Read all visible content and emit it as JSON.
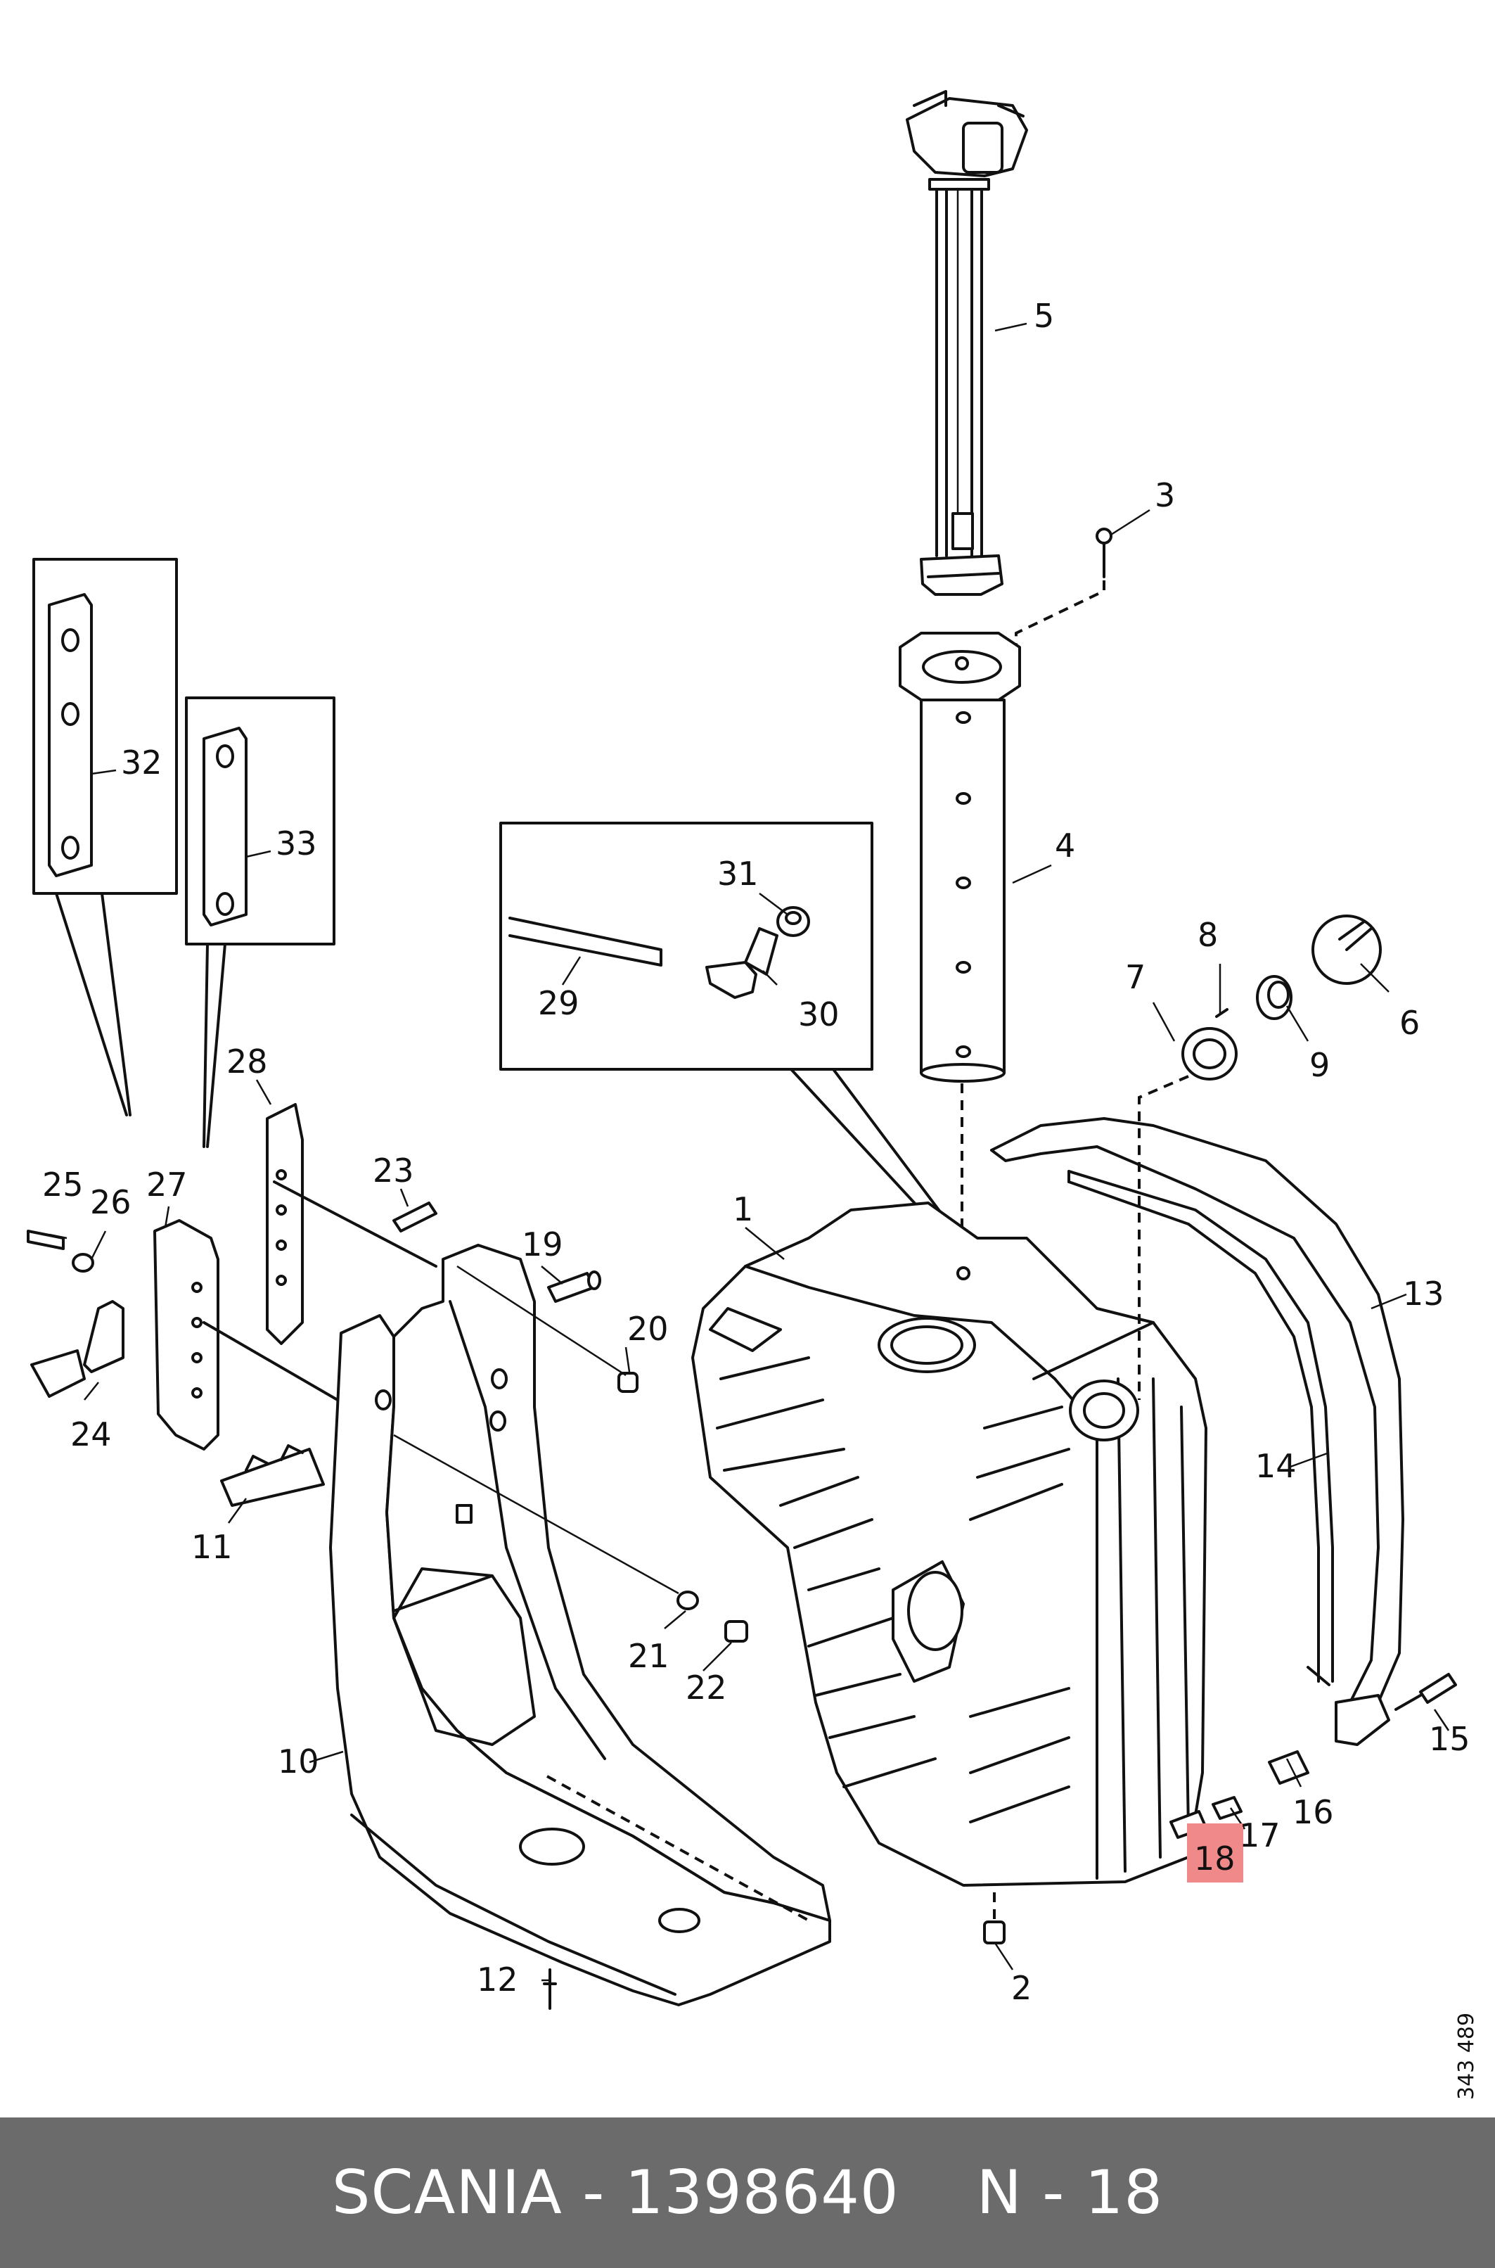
{
  "diagram": {
    "reference_number": "343 489",
    "highlighted_callout": "18",
    "highlight_color": "#f08a8a",
    "callouts": [
      {
        "id": "1",
        "label": "1"
      },
      {
        "id": "2",
        "label": "2"
      },
      {
        "id": "3",
        "label": "3"
      },
      {
        "id": "4",
        "label": "4"
      },
      {
        "id": "5",
        "label": "5"
      },
      {
        "id": "6",
        "label": "6"
      },
      {
        "id": "7",
        "label": "7"
      },
      {
        "id": "8",
        "label": "8"
      },
      {
        "id": "9",
        "label": "9"
      },
      {
        "id": "10",
        "label": "10"
      },
      {
        "id": "11",
        "label": "11"
      },
      {
        "id": "12",
        "label": "12"
      },
      {
        "id": "13",
        "label": "13"
      },
      {
        "id": "14",
        "label": "14"
      },
      {
        "id": "15",
        "label": "15"
      },
      {
        "id": "16",
        "label": "16"
      },
      {
        "id": "17",
        "label": "17"
      },
      {
        "id": "18",
        "label": "18"
      },
      {
        "id": "19",
        "label": "19"
      },
      {
        "id": "20",
        "label": "20"
      },
      {
        "id": "21",
        "label": "21"
      },
      {
        "id": "22",
        "label": "22"
      },
      {
        "id": "23",
        "label": "23"
      },
      {
        "id": "24",
        "label": "24"
      },
      {
        "id": "25",
        "label": "25"
      },
      {
        "id": "26",
        "label": "26"
      },
      {
        "id": "27",
        "label": "27"
      },
      {
        "id": "28",
        "label": "28"
      },
      {
        "id": "29",
        "label": "29"
      },
      {
        "id": "30",
        "label": "30"
      },
      {
        "id": "31",
        "label": "31"
      },
      {
        "id": "32",
        "label": "32"
      },
      {
        "id": "33",
        "label": "33"
      }
    ]
  },
  "footer": {
    "brand": "SCANIA",
    "separator": "-",
    "part_number": "1398640",
    "position_code": "N - 18",
    "background_color": "#6b6b6b"
  }
}
